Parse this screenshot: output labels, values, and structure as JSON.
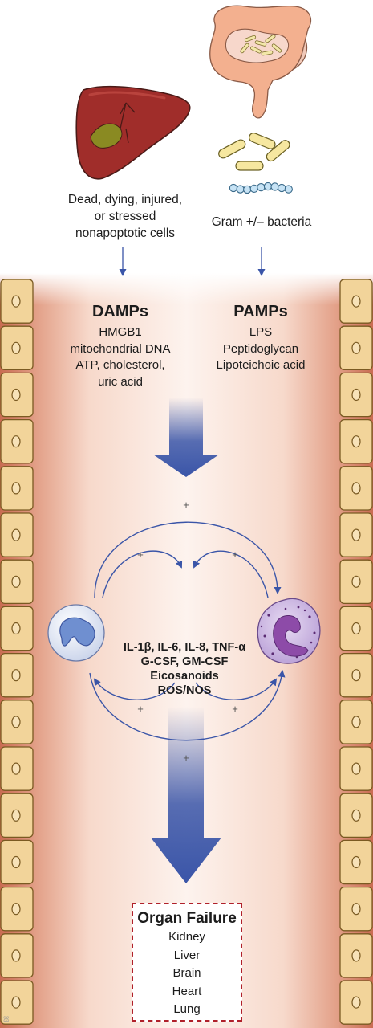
{
  "sources": {
    "damage": "Dead, dying, injured, or stressed nonapoptotic cells",
    "damage_lines": [
      "Dead, dying, injured,",
      "or stressed",
      "nonapoptotic cells"
    ],
    "bacteria": "Gram +/– bacteria"
  },
  "damps": {
    "title": "DAMPs",
    "items": [
      "HMGB1",
      "mitochondrial DNA",
      "ATP, cholesterol,",
      "uric acid"
    ]
  },
  "pamps": {
    "title": "PAMPs",
    "items": [
      "LPS",
      "Peptidoglycan",
      "Lipoteichoic acid"
    ]
  },
  "mediators": [
    "IL-1β, IL-6, IL-8, TNF-α",
    "G-CSF, GM-CSF",
    "Eicosanoids",
    "ROS/NOS"
  ],
  "plus_sign": "+",
  "outcome": {
    "title": "Organ Failure",
    "organs": [
      "Kidney",
      "Liver",
      "Brain",
      "Heart",
      "Lung"
    ]
  },
  "colors": {
    "vessel_center": "#fbe8df",
    "vessel_edge": "#cf7a60",
    "arrow_blue": "#3a55a8",
    "endothelial_cell": "#f2d49a",
    "organ_border": "#b0202a"
  },
  "icons": [
    "liver-icon",
    "intestine-icon",
    "bacteria-rods-icon",
    "bacteria-cocci-chain-icon",
    "macrophage-icon",
    "neutrophil-icon"
  ]
}
